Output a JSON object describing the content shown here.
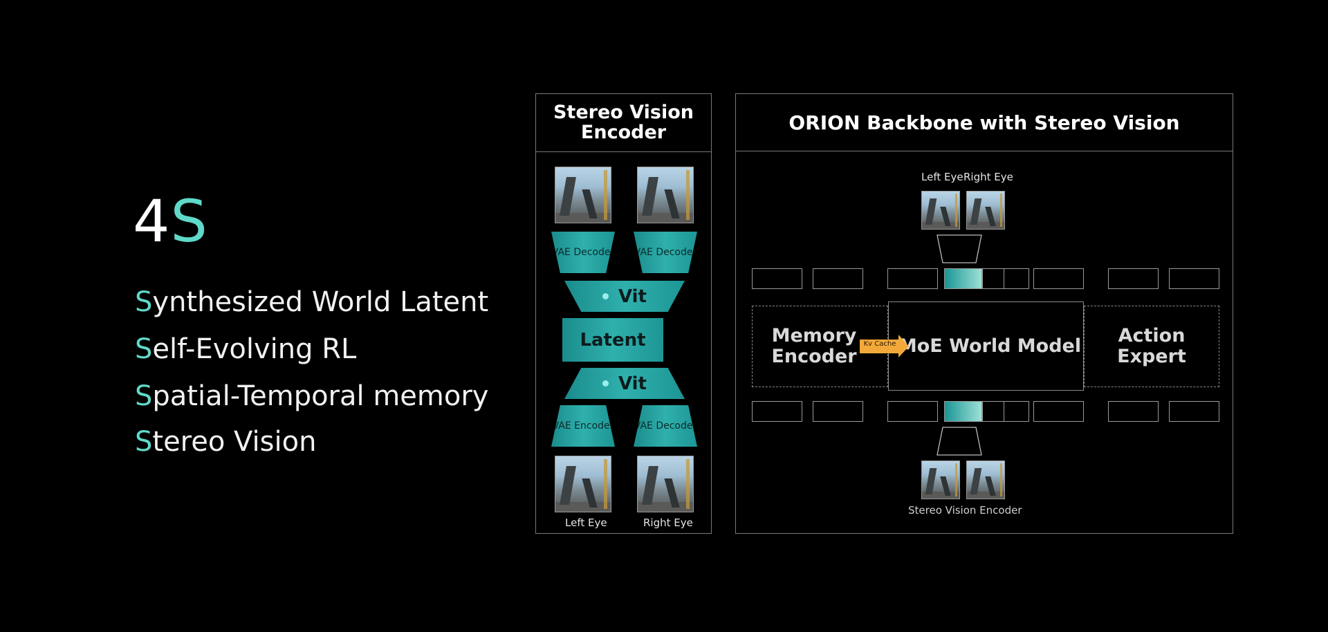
{
  "heading": {
    "number": "4",
    "letter": "S"
  },
  "features": [
    {
      "initial": "S",
      "rest": "ynthesized World Latent"
    },
    {
      "initial": "S",
      "rest": "elf-Evolving RL"
    },
    {
      "initial": "S",
      "rest": "patial-Temporal memory"
    },
    {
      "initial": "S",
      "rest": "tereo Vision"
    }
  ],
  "encoder_panel": {
    "title": "Stereo Vision Encoder",
    "vae_top_left": "VAE Decoder",
    "vae_top_right": "VAE Decoder",
    "vit_top": "Vit",
    "latent": "Latent",
    "vit_bottom": "Vit",
    "vae_bottom_left": "VAE Encoder",
    "vae_bottom_right": "VAE Decoder",
    "left_eye": "Left Eye",
    "right_eye": "Right Eye"
  },
  "backbone_panel": {
    "title": "ORION Backbone with Stereo Vision",
    "left_eye": "Left Eye",
    "right_eye": "Right Eye",
    "memory_encoder": "Memory Encoder",
    "kv_cache": "Kv Cache",
    "moe": "MoE World Model",
    "action_expert": "Action Expert",
    "bottom_caption": "Stereo Vision Encoder"
  },
  "colors": {
    "accent": "#5fd9c9",
    "teal": "#1f9e9c",
    "arrow": "#f3a93a"
  }
}
